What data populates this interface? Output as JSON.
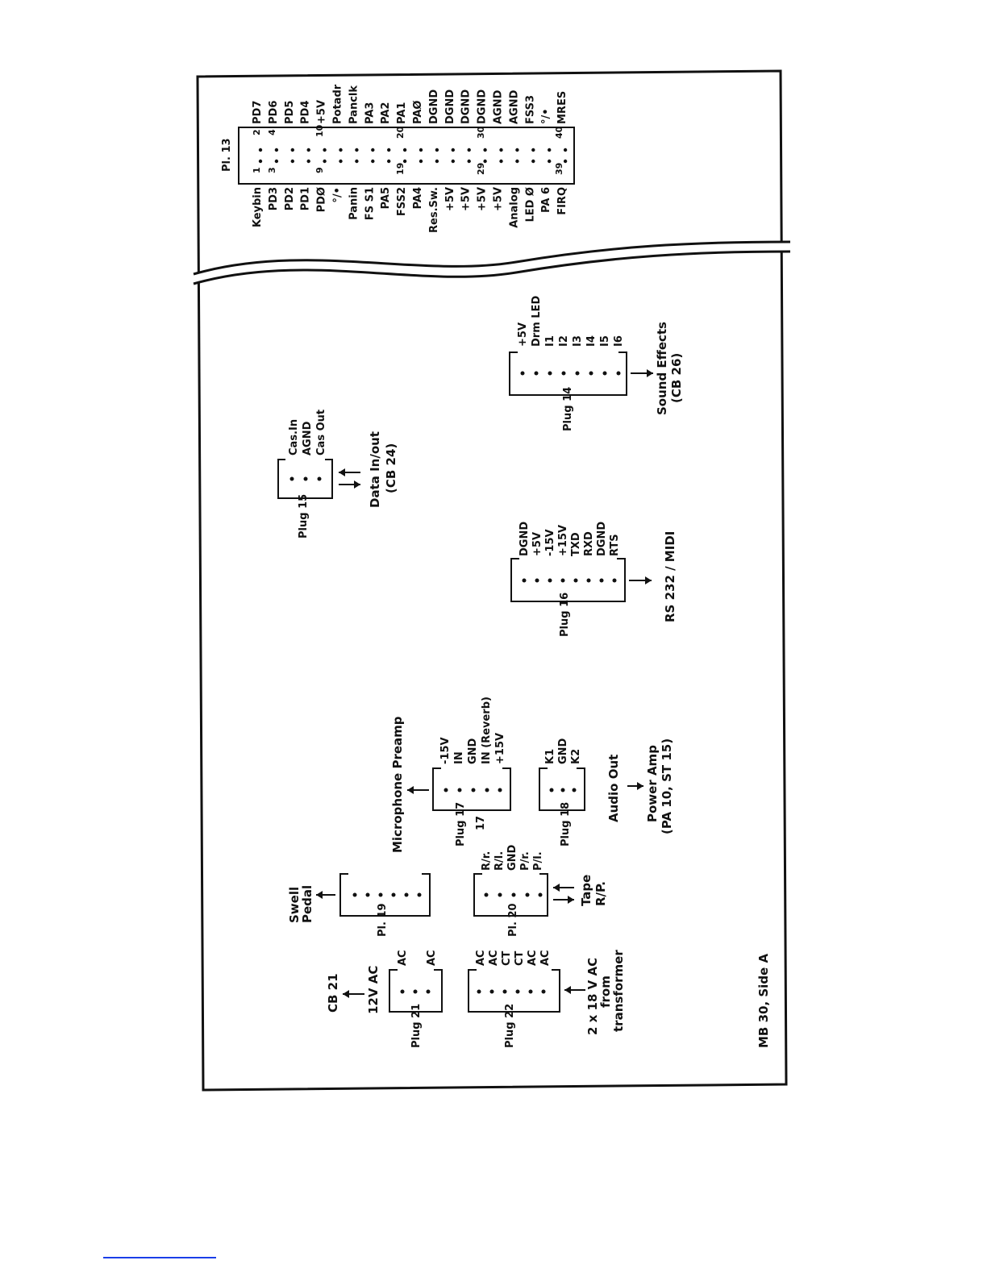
{
  "caption": "MB 30, Side A",
  "pl13": {
    "title": "Pl. 13",
    "left_labels": [
      "Keybin",
      "PD3",
      "PD2",
      "PD1",
      "PDØ",
      "°/•",
      "Panin",
      "FS S1",
      "PA5",
      "FSS2",
      "PA4",
      "Res.Sw.",
      "+5V",
      "+5V",
      "+5V",
      "+5V",
      "Analog",
      "LED Ø",
      "PA 6",
      "FIRQ"
    ],
    "right_labels": [
      "PD7",
      "PD6",
      "PD5",
      "PD4",
      "+5V",
      "Potadr",
      "Panclk",
      "PA3",
      "PA2",
      "PA1",
      "PAØ",
      "DGND",
      "DGND",
      "DGND",
      "DGND",
      "AGND",
      "AGND",
      "FSS3",
      "°/•",
      "MRES"
    ],
    "pin_numbers": [
      "1",
      "2",
      "3",
      "4",
      "9",
      "10",
      "19",
      "20",
      "29",
      "30",
      "39",
      "40"
    ]
  },
  "plug15": {
    "name": "Plug 15",
    "pins": [
      "Cas.In",
      "AGND",
      "Cas Out"
    ],
    "signal": "Data In/out",
    "dest": "(CB 24)"
  },
  "plug14": {
    "name": "Plug 14",
    "pins": [
      "+5V",
      "Drm LED",
      "I1",
      "I2",
      "I3",
      "I4",
      "I5",
      "I6"
    ],
    "signal": "Sound Effects",
    "dest": "(CB 26)"
  },
  "plug16": {
    "name": "Plug 16",
    "pins": [
      "DGND",
      "+5V",
      "-15V",
      "+15V",
      "TXD",
      "RXD",
      "DGND",
      "RTS"
    ],
    "signal": "RS 232 / MIDI"
  },
  "plug17": {
    "name": "Plug 17",
    "extra": "17",
    "pins": [
      "-15V",
      "IN",
      "GND",
      "IN (Reverb)",
      "+15V"
    ],
    "signal": "Microphone Preamp"
  },
  "plug18": {
    "name": "Plug 18",
    "pins": [
      "K1",
      "GND",
      "K2"
    ],
    "signal": "Audio Out",
    "dest": "Power Amp",
    "dest2": "(PA 10, ST 15)"
  },
  "pl19": {
    "name": "Pl. 19",
    "signal": "Swell",
    "signal2": "Pedal"
  },
  "pl20": {
    "name": "Pl. 20",
    "pins": [
      "R/r.",
      "R/l.",
      "GND",
      "P/r.",
      "P/l."
    ],
    "signal": "Tape",
    "signal2": "R/P."
  },
  "plug21": {
    "name": "Plug 21",
    "pins": [
      "AC",
      "AC"
    ],
    "signal": "12V AC",
    "dest": "CB 21"
  },
  "plug22": {
    "name": "Plug 22",
    "pins": [
      "AC",
      "AC",
      "CT",
      "CT",
      "AC",
      "AC"
    ],
    "signal": "2 x 18 V AC",
    "signal2": "from",
    "signal3": "transformer"
  }
}
